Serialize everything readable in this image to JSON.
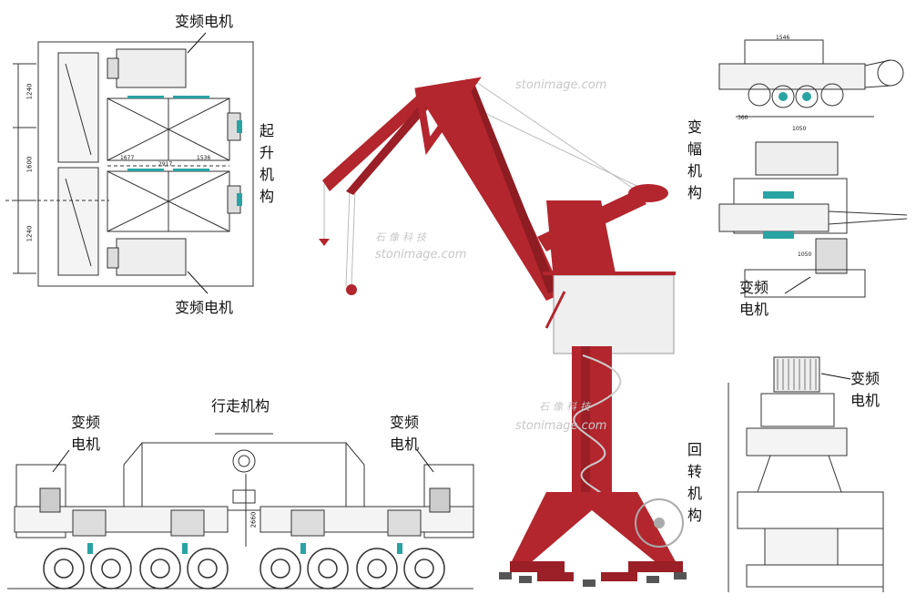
{
  "labels": {
    "hoist_motor_top": "变频电机",
    "hoist_motor_bottom": "变频电机",
    "hoist_mechanism": "起升机构",
    "luffing_mechanism": "变幅机构",
    "luffing_motor": "变频电机",
    "slewing_motor": "变频电机",
    "slewing_mechanism": "回转机构",
    "travel_mechanism": "行走机构",
    "travel_motor_left": "变频电机",
    "travel_motor_right": "变频电机"
  },
  "watermarks": {
    "url": "stonimage.com",
    "brand": "石像科技"
  },
  "dimensions": {
    "hoist_1240_top": "1240",
    "hoist_1600": "1600",
    "hoist_1240_bottom": "1240",
    "hoist_1677": "1677",
    "hoist_2917": "2917",
    "hoist_1536": "1536",
    "luff_1546": "1546",
    "luff_1050_top": "1050",
    "luff_360": "360",
    "luff_1050_bottom": "1050",
    "travel_2660": "2660"
  },
  "colors": {
    "crane_red": "#b3262e",
    "line": "#333333",
    "teal": "#2aa3a3",
    "light_gray": "#e9e9e9"
  }
}
